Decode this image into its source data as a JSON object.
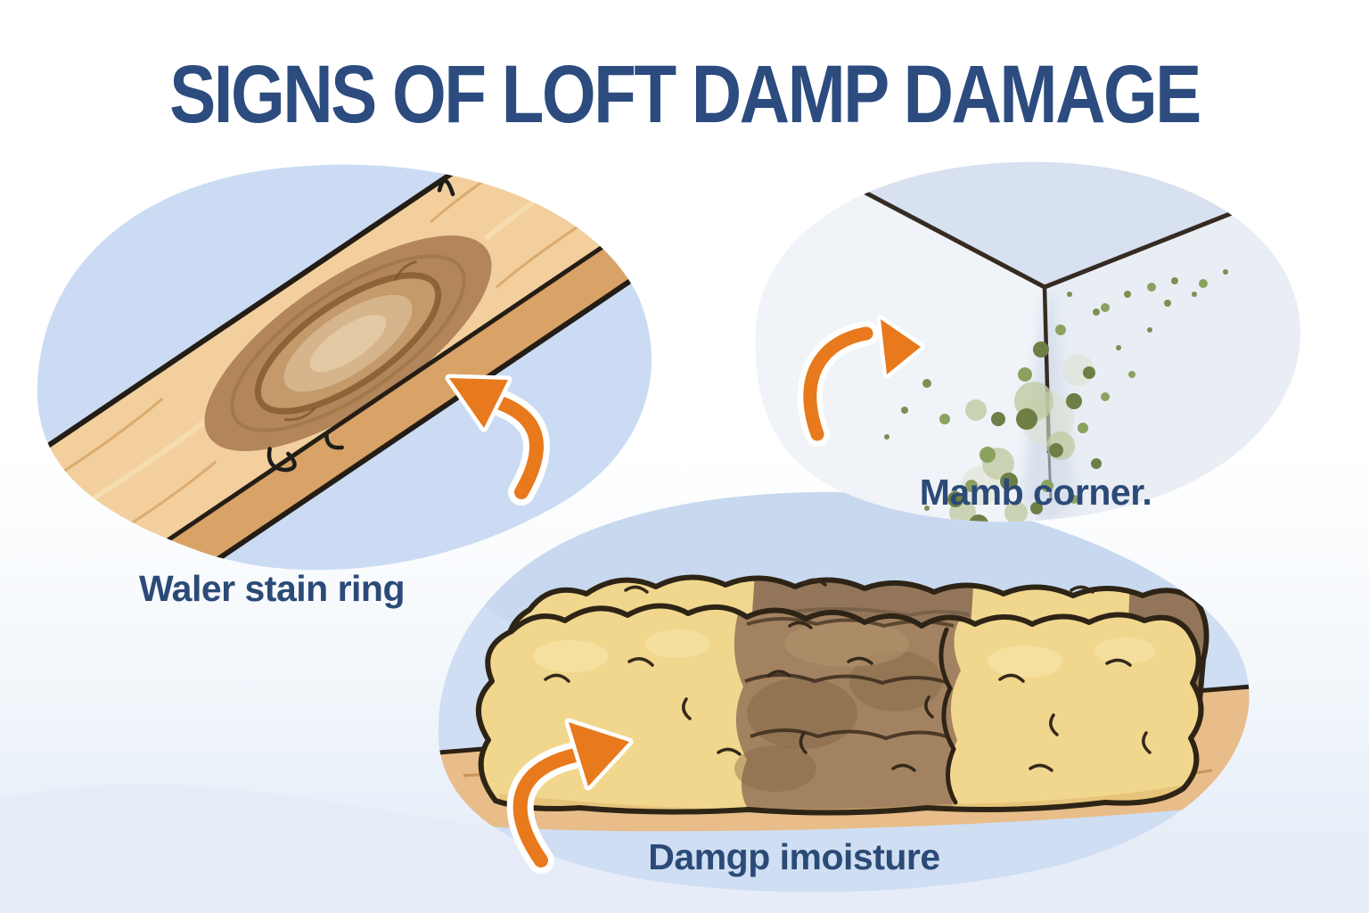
{
  "title": "SIGNS OF LOFT DAMP DAMAGE",
  "panels": [
    {
      "id": "water-stain",
      "caption": "Waler stain ring"
    },
    {
      "id": "mold-corner",
      "caption": "Mamb corner."
    },
    {
      "id": "damp-insulation",
      "caption": "Damgp imoisture"
    }
  ],
  "icons": {
    "pointer_arrow": "curved-arrow-icon"
  },
  "colors": {
    "title_text": "#2c4b7e",
    "caption_text": "#2b4a77",
    "arrow_orange": "#e8791c",
    "arrow_outline": "#ffffff",
    "panel_blob_blue": "#cadbf3",
    "panel_blob_gray": "#e7ecf4",
    "bottom_blob_blue": "#cfdef2",
    "wood_plank_face": "#f2cf9d",
    "wood_plank_side": "#d9a266",
    "wood_board": "#e8bd89",
    "stain_outer": "#b2855a",
    "stain_ring": "#8a5e33",
    "insulation_yellow": "#f1d78d",
    "damp_brown": "#a28260",
    "mold_green_dark": "#6d7f45",
    "mold_green_mid": "#8ba15f",
    "outline_dark": "#2e2416",
    "background_bottom_wave": "#e6edf8"
  }
}
